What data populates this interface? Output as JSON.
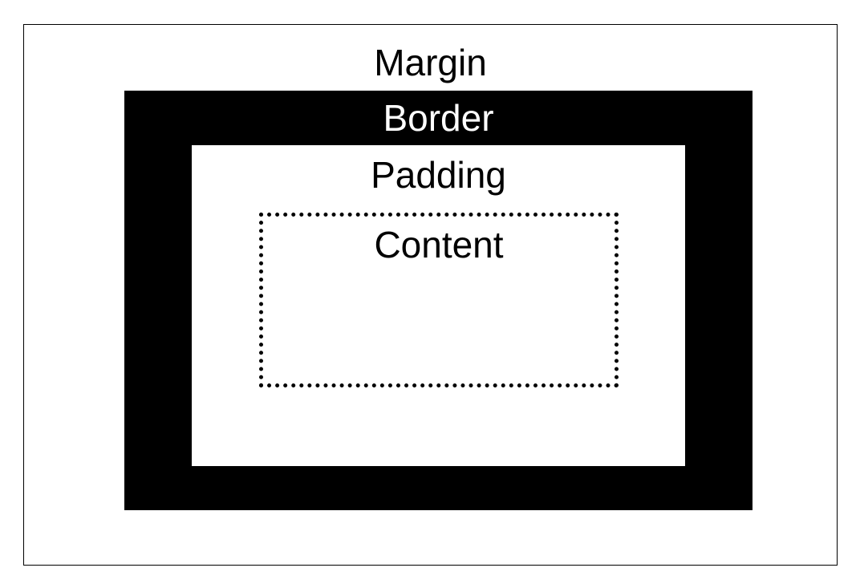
{
  "diagram": {
    "margin_label": "Margin",
    "border_label": "Border",
    "padding_label": "Padding",
    "content_label": "Content"
  },
  "colors": {
    "background": "#ffffff",
    "border_fill": "#000000",
    "text_dark": "#000000",
    "text_light": "#ffffff"
  }
}
